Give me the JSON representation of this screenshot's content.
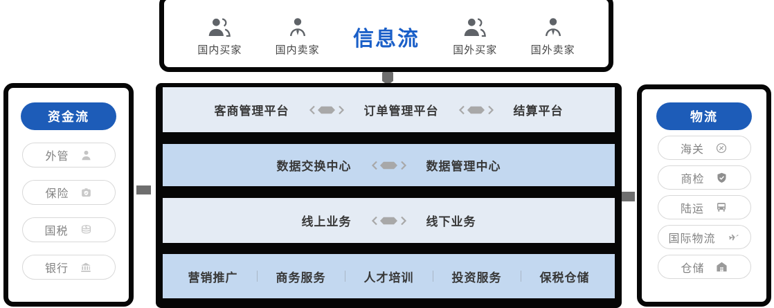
{
  "colors": {
    "accent_blue": "#1a5fc8",
    "pill_blue": "#1d5cb8",
    "frame_black": "#060606",
    "row_light": "#e4ebf4",
    "row_blue": "#c3d8f0",
    "connector_gray": "#6e6e6e",
    "arrow_gray": "#a8a8a8",
    "side_text_gray": "#828282",
    "dark_text": "#383838"
  },
  "top": {
    "title": "信息流",
    "members": [
      {
        "label": "国内买家",
        "icon": "person-group-icon"
      },
      {
        "label": "国内卖家",
        "icon": "person-tie-icon"
      },
      {
        "label": "国外买家",
        "icon": "person-group-icon"
      },
      {
        "label": "国外卖家",
        "icon": "person-tie-icon"
      }
    ]
  },
  "left_panel": {
    "header": "资金流",
    "items": [
      {
        "label": "外管",
        "icon": "person-icon"
      },
      {
        "label": "保险",
        "icon": "insurance-badge-icon"
      },
      {
        "label": "国税",
        "icon": "coins-icon"
      },
      {
        "label": "银行",
        "icon": "bank-icon"
      }
    ]
  },
  "right_panel": {
    "header": "物流",
    "items": [
      {
        "label": "海关",
        "icon": "customs-seal-icon"
      },
      {
        "label": "商检",
        "icon": "shield-check-icon"
      },
      {
        "label": "陆运",
        "icon": "truck-icon"
      },
      {
        "label": "国际物流",
        "icon": "plane-icon"
      },
      {
        "label": "仓储",
        "icon": "warehouse-icon"
      }
    ]
  },
  "center": {
    "rows": [
      {
        "tone": "light",
        "cells": [
          "客商管理平台",
          "订单管理平台",
          "结算平台"
        ],
        "connector": "exchange-arrow"
      },
      {
        "tone": "blue",
        "cells": [
          "数据交换中心",
          "数据管理中心"
        ],
        "connector": "exchange-arrow"
      },
      {
        "tone": "light",
        "cells": [
          "线上业务",
          "线下业务"
        ],
        "connector": "exchange-arrow"
      },
      {
        "tone": "blue",
        "cells": [
          "营销推广",
          "商务服务",
          "人才培训",
          "投资服务",
          "保税仓储"
        ],
        "connector": "divider"
      }
    ]
  }
}
